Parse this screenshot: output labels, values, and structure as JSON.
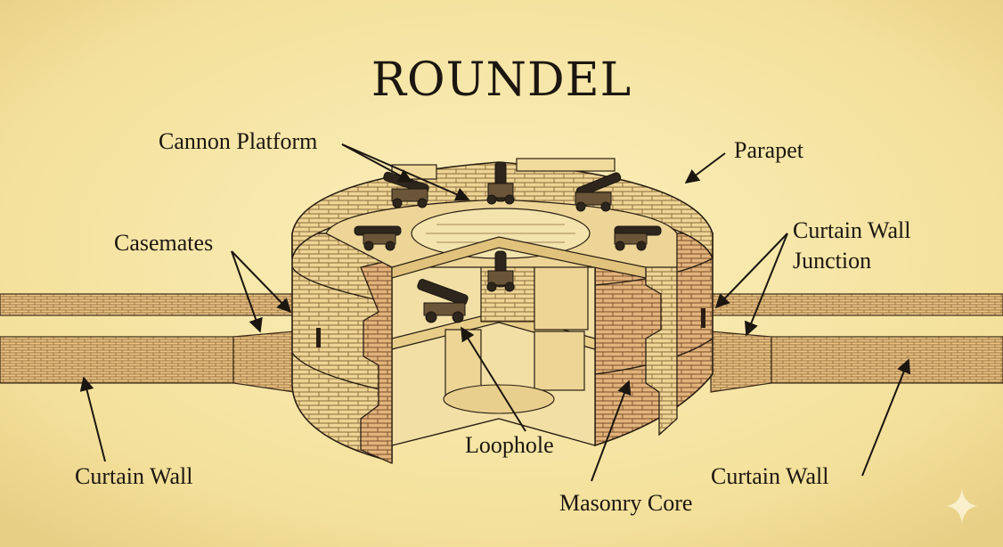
{
  "title": "ROUNDEL",
  "labels": {
    "cannon_platform": "Cannon Platform",
    "parapet": "Parapet",
    "casemates": "Casemates",
    "curtain_wall_junction_line1": "Curtain Wall",
    "curtain_wall_junction_line2": "Junction",
    "curtain_wall_left": "Curtain Wall",
    "curtain_wall_right": "Curtain Wall",
    "loophole": "Loophole",
    "masonry_core": "Masonry Core"
  },
  "colors": {
    "paper": "#f6e7a8",
    "ink": "#1c1610",
    "stone": "#efd995",
    "stone_dark": "#d9bb72",
    "brick_red": "#c98c5a"
  },
  "icons": {
    "watermark": "sparkle-icon"
  }
}
